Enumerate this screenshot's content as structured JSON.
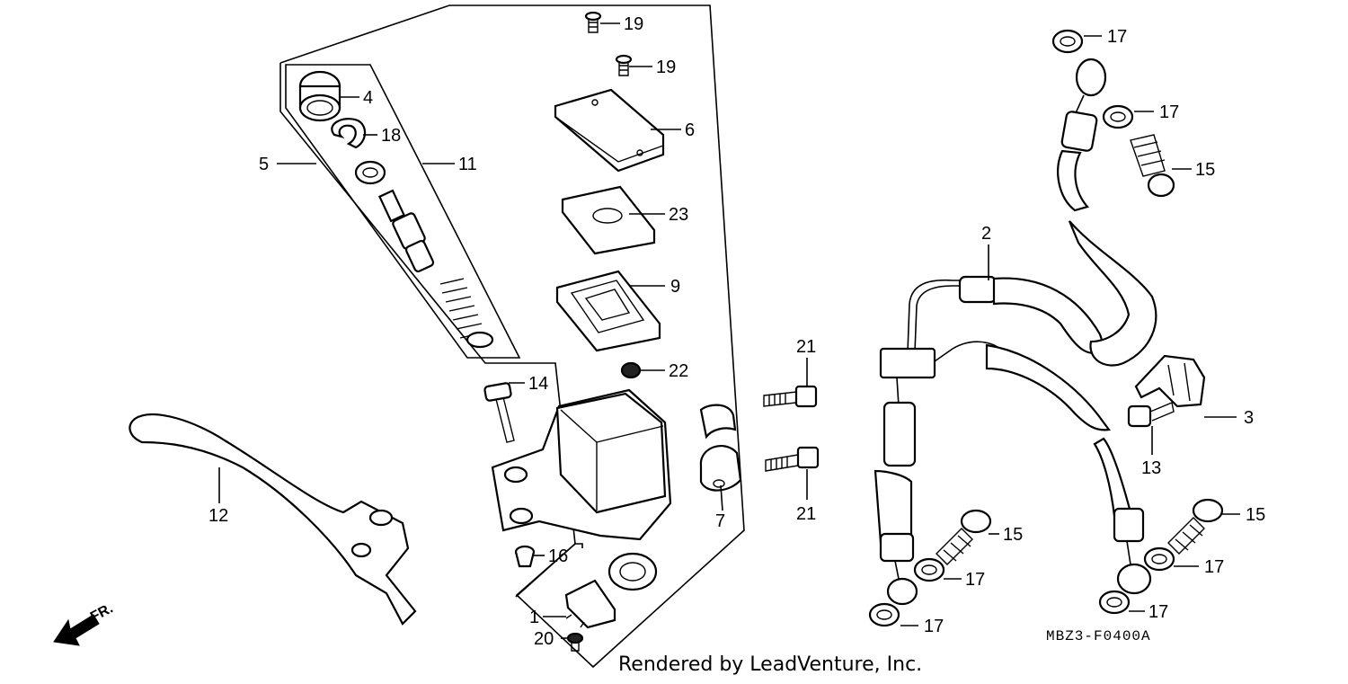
{
  "diagram": {
    "code": "MBZ3-F0400A",
    "credit": "Rendered by LeadVenture, Inc.",
    "direction_label": "FR."
  },
  "callouts": [
    {
      "id": "c1",
      "label": "1"
    },
    {
      "id": "c2",
      "label": "2"
    },
    {
      "id": "c3",
      "label": "3"
    },
    {
      "id": "c4",
      "label": "4"
    },
    {
      "id": "c5",
      "label": "5"
    },
    {
      "id": "c6",
      "label": "6"
    },
    {
      "id": "c7",
      "label": "7"
    },
    {
      "id": "c9",
      "label": "9"
    },
    {
      "id": "c11",
      "label": "11"
    },
    {
      "id": "c12",
      "label": "12"
    },
    {
      "id": "c13",
      "label": "13"
    },
    {
      "id": "c14",
      "label": "14"
    },
    {
      "id": "c15a",
      "label": "15"
    },
    {
      "id": "c15b",
      "label": "15"
    },
    {
      "id": "c15c",
      "label": "15"
    },
    {
      "id": "c16",
      "label": "16"
    },
    {
      "id": "c17a",
      "label": "17"
    },
    {
      "id": "c17b",
      "label": "17"
    },
    {
      "id": "c17c",
      "label": "17"
    },
    {
      "id": "c17d",
      "label": "17"
    },
    {
      "id": "c17e",
      "label": "17"
    },
    {
      "id": "c17f",
      "label": "17"
    },
    {
      "id": "c18",
      "label": "18"
    },
    {
      "id": "c19a",
      "label": "19"
    },
    {
      "id": "c19b",
      "label": "19"
    },
    {
      "id": "c20",
      "label": "20"
    },
    {
      "id": "c21a",
      "label": "21"
    },
    {
      "id": "c21b",
      "label": "21"
    },
    {
      "id": "c22",
      "label": "22"
    },
    {
      "id": "c23",
      "label": "23"
    }
  ]
}
